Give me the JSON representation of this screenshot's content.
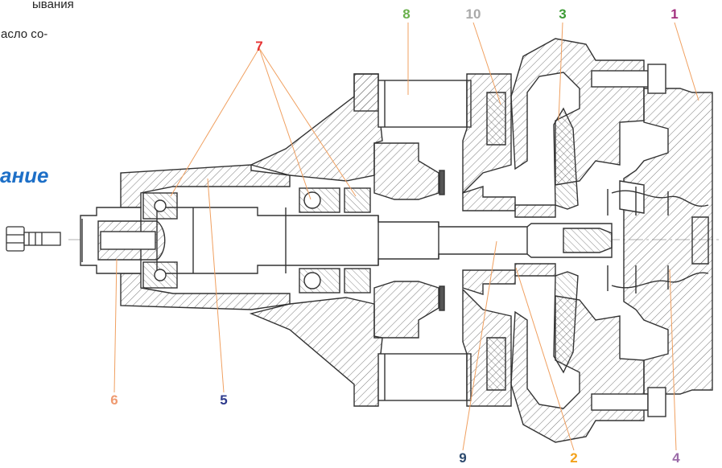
{
  "text_fragments": {
    "line1": "ывания",
    "line2": "асло со-",
    "heading": "ание"
  },
  "colors": {
    "heading": "#1d6fc7",
    "section_line": "#333333",
    "hatch": "#555555",
    "leader": "#f0a060",
    "centerline": "#999999"
  },
  "callouts": [
    {
      "id": "c1",
      "label": "1",
      "color": "#a3307f"
    },
    {
      "id": "c2",
      "label": "2",
      "color": "#f3a21b"
    },
    {
      "id": "c3",
      "label": "3",
      "color": "#3d9b35"
    },
    {
      "id": "c4",
      "label": "4",
      "color": "#9b6ba8"
    },
    {
      "id": "c5",
      "label": "5",
      "color": "#2e3a8c"
    },
    {
      "id": "c6",
      "label": "6",
      "color": "#ef9a70"
    },
    {
      "id": "c7",
      "label": "7",
      "color": "#e63333"
    },
    {
      "id": "c8",
      "label": "8",
      "color": "#6ab04c"
    },
    {
      "id": "c9",
      "label": "9",
      "color": "#2c4a6e"
    },
    {
      "id": "c10",
      "label": "10",
      "color": "#a9a9a9"
    }
  ]
}
